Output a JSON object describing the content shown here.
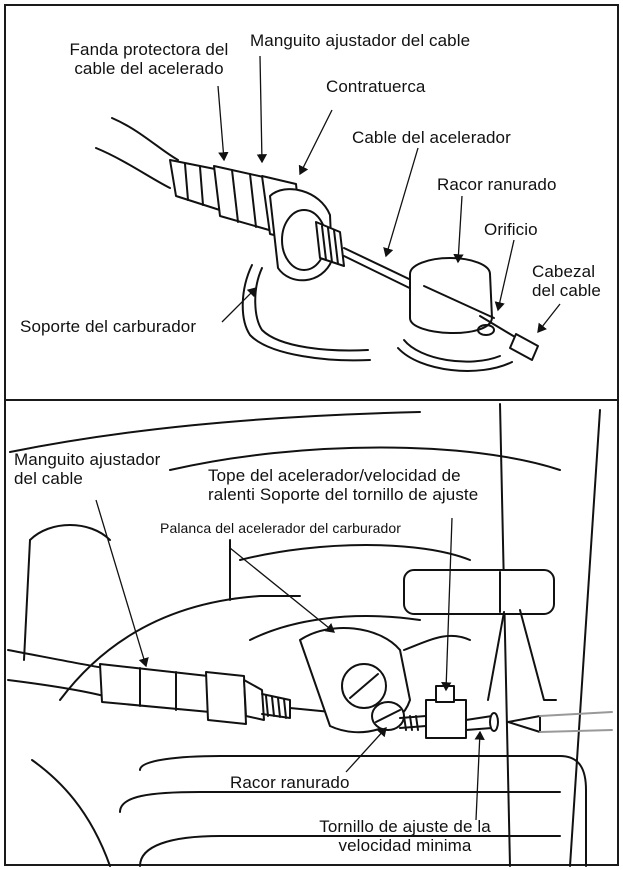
{
  "panel_top": {
    "labels": {
      "boot": "Fanda protectora del\ncable del acelerado",
      "adjuster": "Manguito ajustador del cable",
      "locknut": "Contratuerca",
      "cable": "Cable del acelerador",
      "slotted_fitting": "Racor ranurado",
      "hole": "Orificio",
      "cable_head": "Cabezal\ndel cable",
      "bracket": "Soporte del carburador"
    }
  },
  "panel_bottom": {
    "labels": {
      "adjuster": "Manguito ajustador\ndel cable",
      "stop": "Tope del acelerador/velocidad de\nralenti Soporte del tornillo de ajuste",
      "lever": "Palanca del acelerador del carburador",
      "slotted_fitting": "Racor ranurado",
      "idle_screw": "Tornillo de ajuste de la\nvelocidad minima"
    }
  },
  "colors": {
    "ink": "#111111",
    "frame": "#1a1a1a",
    "paper": "#ffffff"
  }
}
